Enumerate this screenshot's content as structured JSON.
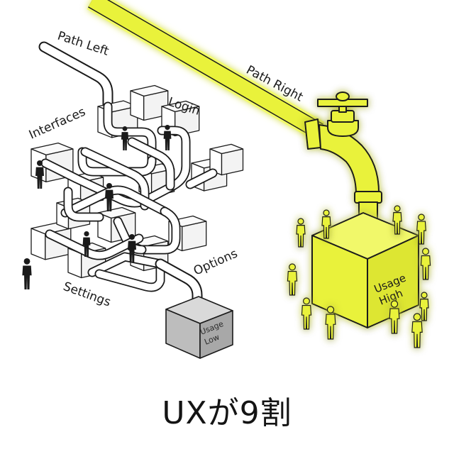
{
  "labels": {
    "path_left": "Path Left",
    "path_right": "Path Right",
    "interfaces": "Interfaces",
    "login": "Login",
    "options": "Options",
    "settings": "Settings"
  },
  "usage_low": {
    "line1": "Usage",
    "line2": "Low"
  },
  "usage_high": {
    "line1": "Usage",
    "line2": "High"
  },
  "headline": "UXが9割",
  "colors": {
    "highlight": "#e9f23a",
    "highlight_glow": "#f2fb6a",
    "line": "#1a1a1a",
    "low_box": "#bdbdbd"
  }
}
